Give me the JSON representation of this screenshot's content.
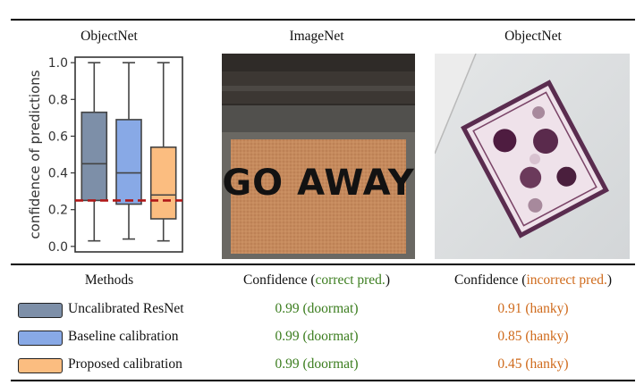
{
  "headers": {
    "left": "ObjectNet",
    "middle": "ImageNet",
    "right": "ObjectNet"
  },
  "chart_data": {
    "type": "box",
    "ylabel": "confidence of predictions",
    "ylim": [
      0.0,
      1.0
    ],
    "yticks": [
      "0.0",
      "0.2",
      "0.4",
      "0.6",
      "0.8",
      "1.0"
    ],
    "reference_line": 0.25,
    "series": [
      {
        "name": "Uncalibrated ResNet",
        "color": "#7d8fa8",
        "min": 0.03,
        "q1": 0.25,
        "median": 0.45,
        "q3": 0.73,
        "max": 1.0
      },
      {
        "name": "Baseline calibration",
        "color": "#88a9e6",
        "min": 0.04,
        "q1": 0.23,
        "median": 0.4,
        "q3": 0.69,
        "max": 1.0
      },
      {
        "name": "Proposed calibration",
        "color": "#fbbd80",
        "min": 0.03,
        "q1": 0.15,
        "median": 0.28,
        "q3": 0.54,
        "max": 1.0
      }
    ]
  },
  "doormat_text": "GO AWAY",
  "table": {
    "col_methods": "Methods",
    "col_correct_prefix": "Confidence (",
    "col_correct_highlight": "correct pred.",
    "col_correct_suffix": ")",
    "col_incorrect_prefix": "Confidence (",
    "col_incorrect_highlight": "incorrect pred.",
    "col_incorrect_suffix": ")",
    "rows": [
      {
        "method": "Uncalibrated ResNet",
        "color": "#7d8fa8",
        "correct": "0.99 (doormat)",
        "incorrect": "0.91 (hanky)"
      },
      {
        "method": "Baseline calibration",
        "color": "#88a9e6",
        "correct": "0.99 (doormat)",
        "incorrect": "0.85 (hanky)"
      },
      {
        "method": "Proposed calibration",
        "color": "#fbbd80",
        "correct": "0.99 (doormat)",
        "incorrect": "0.45 (hanky)"
      }
    ]
  },
  "colors": {
    "correct": "#3b7d1e",
    "incorrect": "#cf6a1b",
    "reference_line": "#b01818"
  }
}
